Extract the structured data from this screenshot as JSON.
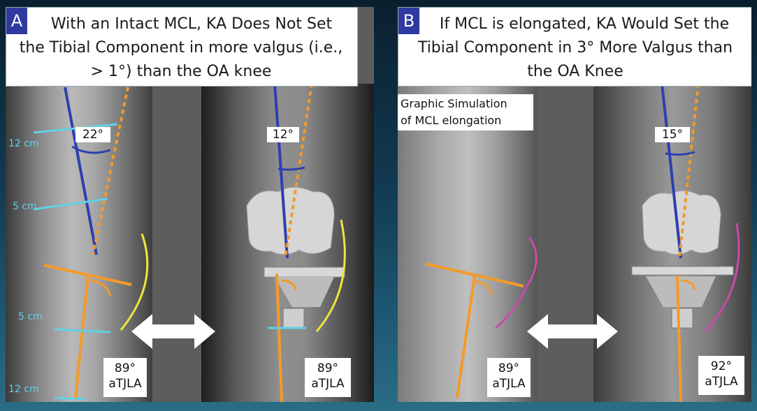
{
  "panel_a": {
    "badge": "A",
    "title_lines": [
      "With an Intact MCL, KA Does Not Set",
      "the Tibial Component in more valgus (i.e.,",
      "> 1°) than the OA knee"
    ],
    "left_angle": "22°",
    "right_angle": "12°",
    "left_tjla": {
      "value": "89°",
      "label": "aTJLA"
    },
    "right_tjla": {
      "value": "89°",
      "label": "aTJLA"
    },
    "cm_labels": [
      "12 cm",
      "5 cm",
      "5 cm",
      "12 cm"
    ]
  },
  "panel_b": {
    "badge": "B",
    "title_lines": [
      "If MCL is elongated, KA Would Set the",
      "Tibial Component in 3° More Valgus than",
      "the OA Knee"
    ],
    "simulation_lines": [
      "Graphic Simulation",
      "of MCL elongation"
    ],
    "right_angle": "15°",
    "left_tjla": {
      "value": "89°",
      "label": "aTJLA"
    },
    "right_tjla": {
      "value": "92°",
      "label": "aTJLA"
    }
  },
  "colors": {
    "axis_blue": "#2e3fae",
    "axis_orange": "#f39a2b",
    "mcl_yellow": "#f2e33a",
    "mcl_magenta": "#c94aa8",
    "cm_cyan": "#5fd1e6",
    "badge_blue": "#2f3aa0"
  }
}
